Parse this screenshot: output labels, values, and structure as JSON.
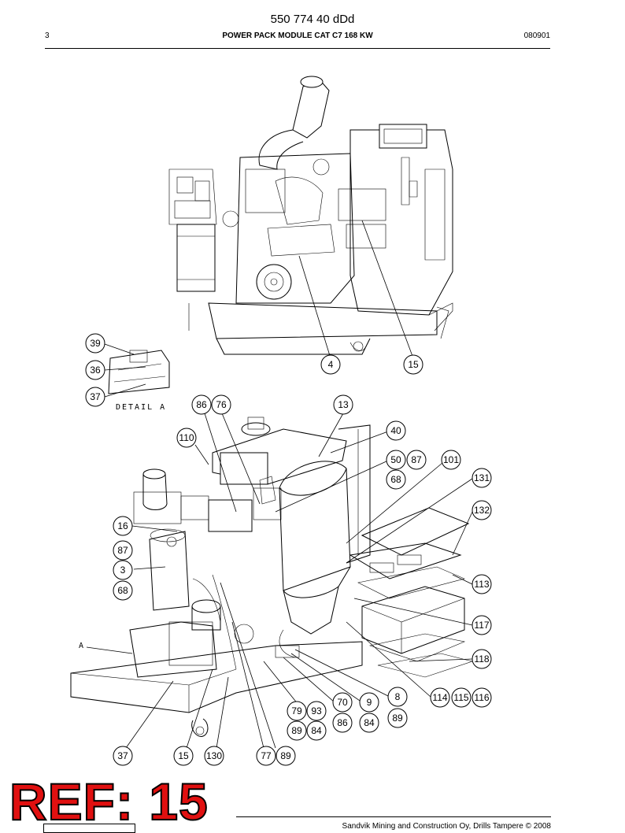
{
  "header": {
    "doc_number": "550 774 40 dDd",
    "page": "3",
    "title": "POWER PACK MODULE CAT C7 168 KW",
    "date": "080901"
  },
  "detail": {
    "label": "DETAIL A",
    "marker": "A"
  },
  "callouts": [
    "4",
    "15",
    "39",
    "36",
    "37",
    "86",
    "76",
    "13",
    "110",
    "40",
    "50",
    "87",
    "101",
    "68",
    "131",
    "132",
    "16",
    "87",
    "3",
    "68",
    "113",
    "117",
    "118",
    "114",
    "115",
    "116",
    "8",
    "70",
    "9",
    "79",
    "93",
    "86",
    "84",
    "89",
    "89",
    "84",
    "37",
    "15",
    "130",
    "77",
    "89"
  ],
  "stamp": "REF: 15",
  "footer": {
    "copyright": "Sandvik Mining and Construction Oy, Drills Tampere © 2008"
  }
}
